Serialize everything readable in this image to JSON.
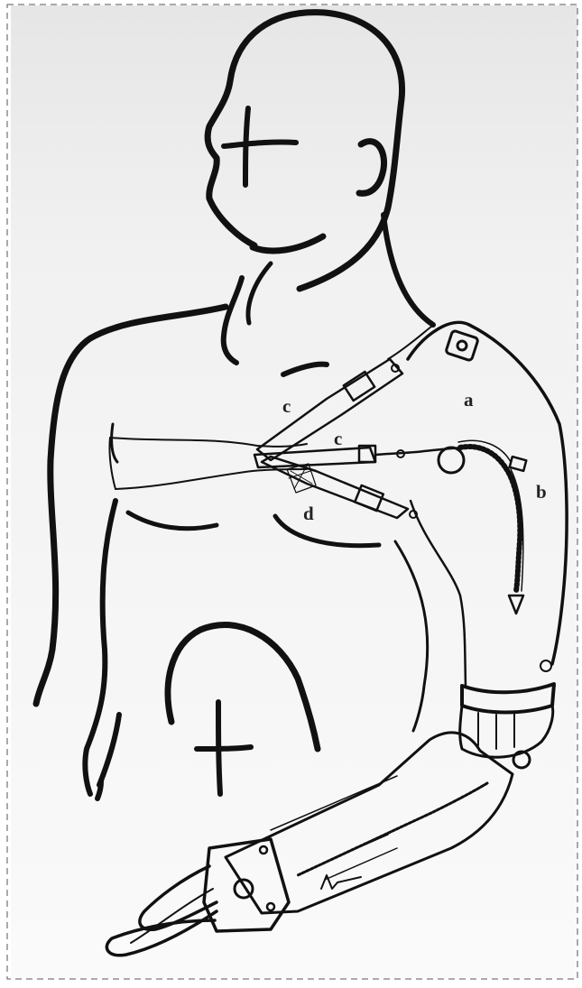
{
  "figure": {
    "labels": {
      "a": "a",
      "b": "b",
      "c_upper": "c",
      "c_lower": "c",
      "d": "d"
    }
  }
}
